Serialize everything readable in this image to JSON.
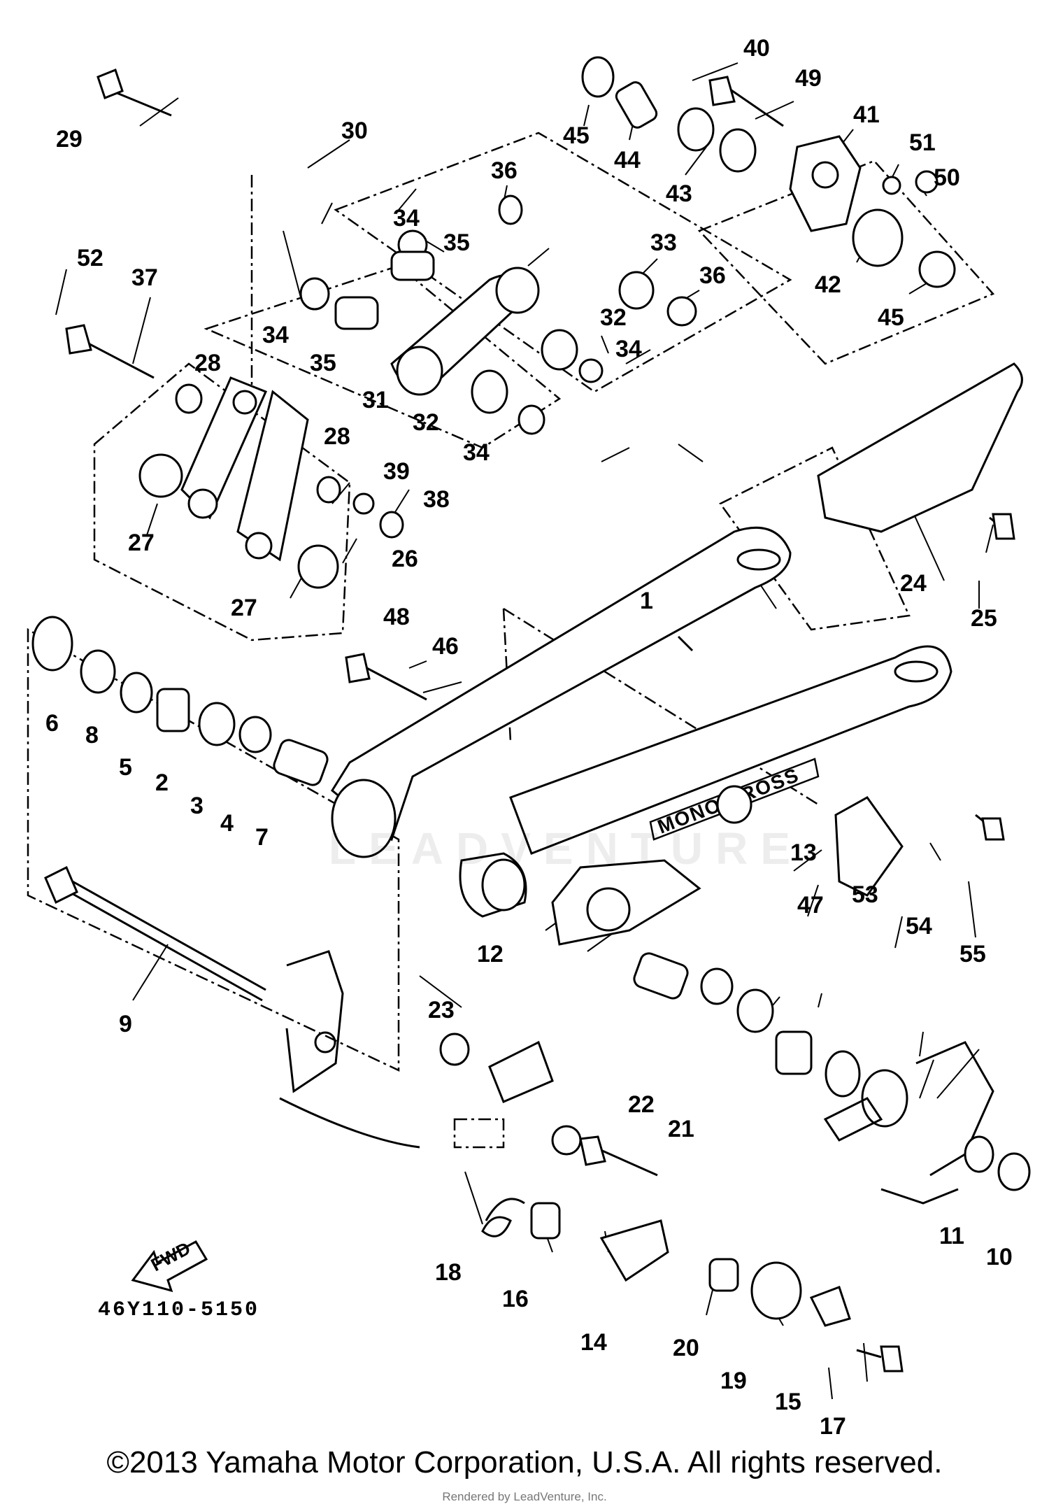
{
  "diagram": {
    "callouts": [
      "1",
      "2",
      "3",
      "4",
      "5",
      "6",
      "7",
      "8",
      "9",
      "10",
      "11",
      "12",
      "13",
      "14",
      "15",
      "16",
      "17",
      "18",
      "19",
      "20",
      "21",
      "22",
      "23",
      "24",
      "25",
      "26",
      "27",
      "28",
      "29",
      "30",
      "31",
      "32",
      "33",
      "34",
      "35",
      "36",
      "37",
      "38",
      "39",
      "40",
      "41",
      "42",
      "43",
      "44",
      "45",
      "46",
      "47",
      "48",
      "49",
      "50",
      "51",
      "52",
      "53",
      "54",
      "55"
    ],
    "swingarm_label": "MONO CROSS",
    "fwd_label": "FWD",
    "diagram_code": "46Y110-5150"
  },
  "watermark": "LEADVENTURE",
  "footer": {
    "copyright": "©2013 Yamaha Motor Corporation, U.S.A. All rights reserved.",
    "render_credit": "Rendered by LeadVenture, Inc."
  }
}
